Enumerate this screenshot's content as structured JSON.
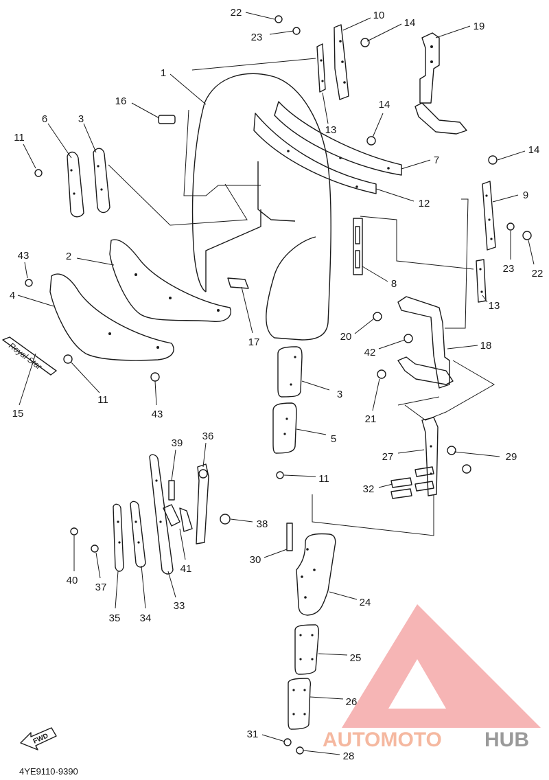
{
  "diagram_code": "4YE9110-9390",
  "fwd_label": "FWD",
  "emblem_text": "Royal Star",
  "watermark": {
    "part_a": "AUTOMOTO",
    "part_b": "HUB",
    "color_a": "#f5b8a0",
    "color_b": "#9a9a9a",
    "logo_color": "#f4a8a8"
  },
  "callouts": [
    {
      "id": "c22a",
      "label": "22"
    },
    {
      "id": "c10",
      "label": "10"
    },
    {
      "id": "c14a",
      "label": "14"
    },
    {
      "id": "c19",
      "label": "19"
    },
    {
      "id": "c23a",
      "label": "23"
    },
    {
      "id": "c1",
      "label": "1"
    },
    {
      "id": "c16",
      "label": "16"
    },
    {
      "id": "c13a",
      "label": "13"
    },
    {
      "id": "c14b",
      "label": "14"
    },
    {
      "id": "c6",
      "label": "6"
    },
    {
      "id": "c3a",
      "label": "3"
    },
    {
      "id": "c11a",
      "label": "11"
    },
    {
      "id": "c7",
      "label": "7"
    },
    {
      "id": "c14c",
      "label": "14"
    },
    {
      "id": "c12",
      "label": "12"
    },
    {
      "id": "c9",
      "label": "9"
    },
    {
      "id": "c23b",
      "label": "23"
    },
    {
      "id": "c22b",
      "label": "22"
    },
    {
      "id": "c2",
      "label": "2"
    },
    {
      "id": "c43a",
      "label": "43"
    },
    {
      "id": "c4",
      "label": "4"
    },
    {
      "id": "c8",
      "label": "8"
    },
    {
      "id": "c13b",
      "label": "13"
    },
    {
      "id": "c17",
      "label": "17"
    },
    {
      "id": "c20",
      "label": "20"
    },
    {
      "id": "c18",
      "label": "18"
    },
    {
      "id": "c42",
      "label": "42"
    },
    {
      "id": "c11b",
      "label": "11"
    },
    {
      "id": "c15",
      "label": "15"
    },
    {
      "id": "c43b",
      "label": "43"
    },
    {
      "id": "c3b",
      "label": "3"
    },
    {
      "id": "c21",
      "label": "21"
    },
    {
      "id": "c5",
      "label": "5"
    },
    {
      "id": "c11c",
      "label": "11"
    },
    {
      "id": "c39",
      "label": "39"
    },
    {
      "id": "c36",
      "label": "36"
    },
    {
      "id": "c27",
      "label": "27"
    },
    {
      "id": "c29",
      "label": "29"
    },
    {
      "id": "c32",
      "label": "32"
    },
    {
      "id": "c38",
      "label": "38"
    },
    {
      "id": "c40",
      "label": "40"
    },
    {
      "id": "c41",
      "label": "41"
    },
    {
      "id": "c37",
      "label": "37"
    },
    {
      "id": "c30",
      "label": "30"
    },
    {
      "id": "c24",
      "label": "24"
    },
    {
      "id": "c33",
      "label": "33"
    },
    {
      "id": "c35",
      "label": "35"
    },
    {
      "id": "c34",
      "label": "34"
    },
    {
      "id": "c25",
      "label": "25"
    },
    {
      "id": "c26",
      "label": "26"
    },
    {
      "id": "c31",
      "label": "31"
    },
    {
      "id": "c28",
      "label": "28"
    }
  ]
}
